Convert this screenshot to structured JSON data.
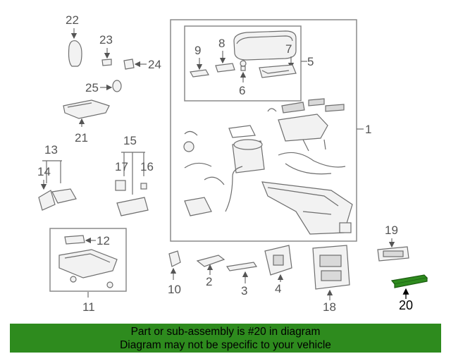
{
  "callouts": {
    "c1": "1",
    "c2": "2",
    "c3": "3",
    "c4": "4",
    "c5": "5",
    "c6": "6",
    "c7": "7",
    "c8": "8",
    "c9": "9",
    "c10": "10",
    "c11": "11",
    "c12": "12",
    "c13": "13",
    "c14": "14",
    "c15": "15",
    "c16": "16",
    "c17": "17",
    "c18": "18",
    "c19": "19",
    "c20": "20",
    "c21": "21",
    "c22": "22",
    "c23": "23",
    "c24": "24",
    "c25": "25"
  },
  "banner": {
    "line1": "Part or sub-assembly is #20 in diagram",
    "line2": "Diagram may not be specific to your vehicle"
  },
  "colors": {
    "highlight_part": "#2e8b1e",
    "banner_bg": "#2e8b1e"
  }
}
